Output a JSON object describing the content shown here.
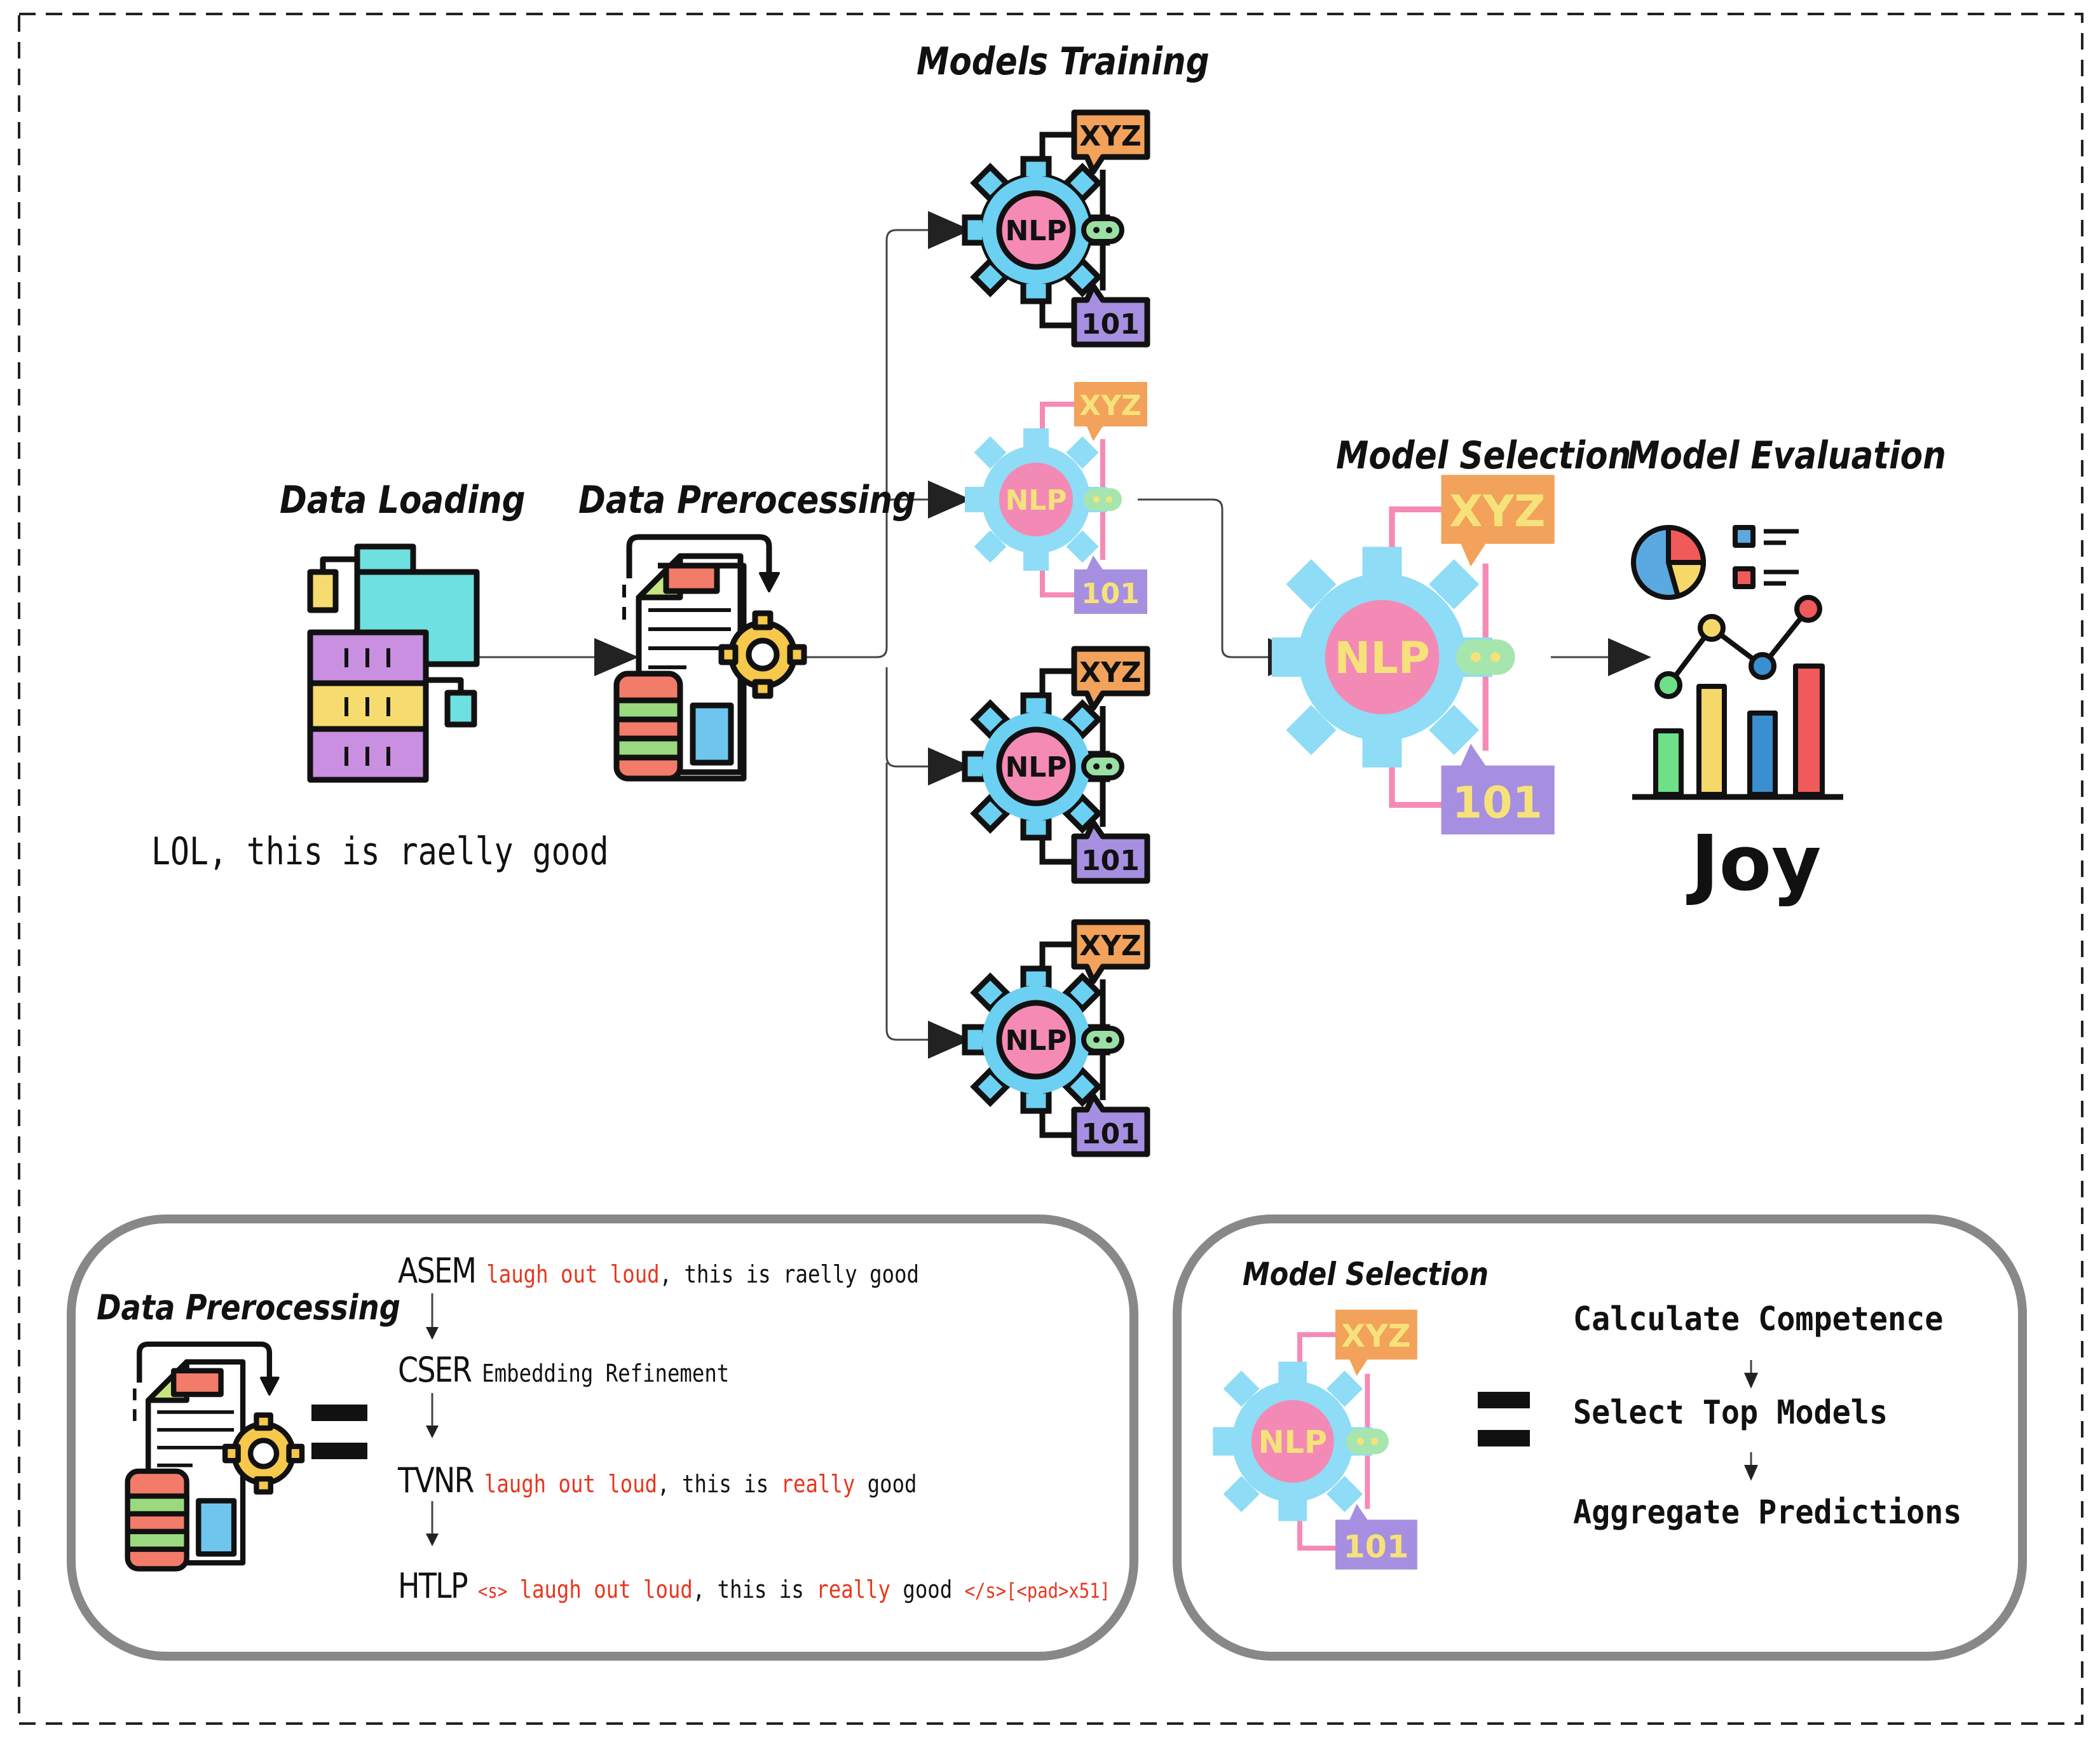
{
  "labels": {
    "models_training": "Models Training",
    "data_loading": "Data Loading",
    "data_preprocessing": "Data Prerocessing",
    "model_selection": "Model Selection",
    "model_evaluation": "Model Evaluation",
    "input_text": "LOL, this is raelly good",
    "output": "Joy"
  },
  "icon_text": {
    "gear": "NLP",
    "bubble_top": "XYZ",
    "bubble_bottom": "101"
  },
  "preprocessing_detail": {
    "title": "Data Prerocessing",
    "steps": [
      {
        "code": "ASEM",
        "highlight": "laugh out loud",
        "rest": ", this is raelly good"
      },
      {
        "code": "CSER",
        "text": "Embedding Refinement"
      },
      {
        "code": "TVNR",
        "highlight": "laugh out loud",
        "middle": ", this is ",
        "highlight2": "really",
        "rest": " good"
      },
      {
        "code": "HTLP",
        "token_start": "<s>",
        "highlight": "laugh out loud",
        "middle": ", this is ",
        "highlight2": "really",
        "rest": " good ",
        "token_end": "</s>[<pad>x51]"
      }
    ]
  },
  "selection_detail": {
    "title": "Model Selection",
    "steps": [
      "Calculate Competence",
      "Select Top Models",
      "Aggregate Predictions"
    ]
  },
  "colors": {
    "red_text": "#e8351e",
    "gear_blue": "#6cd0f2",
    "gear_pink": "#f58ab5",
    "bubble_orange": "#f2a25a",
    "bubble_purple": "#a68fe0",
    "connector_green": "#9ae0a4"
  }
}
